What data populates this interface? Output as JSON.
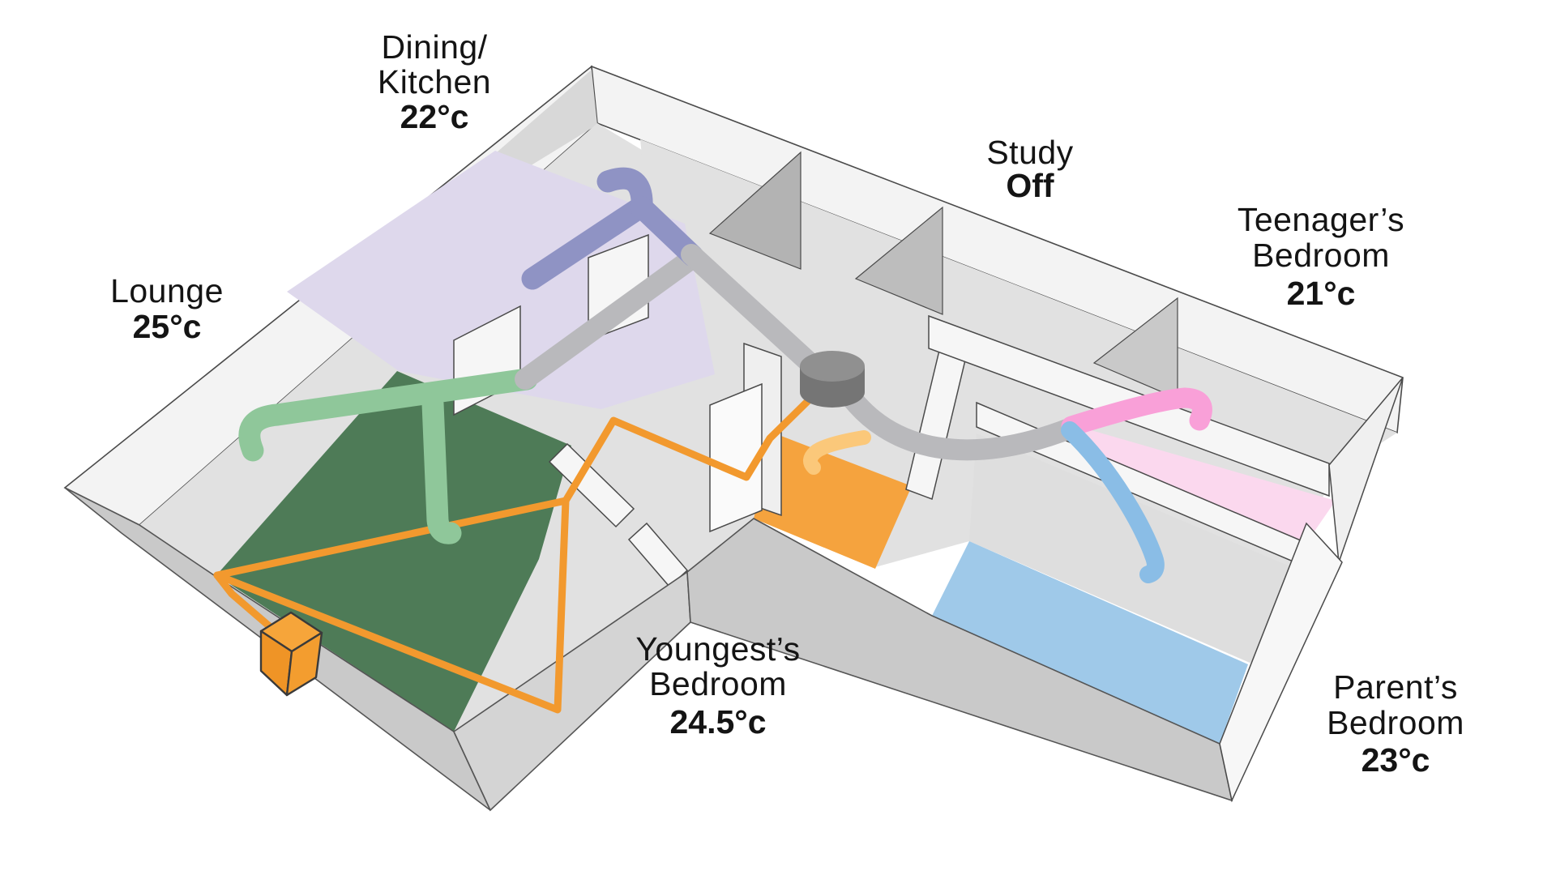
{
  "diagram": {
    "type": "home-heating-zoning-isometric",
    "rooms": [
      {
        "id": "dining-kitchen",
        "name_lines": [
          "Dining/",
          "Kitchen"
        ],
        "status": "22°c",
        "floor_color": "#ded8ec",
        "duct_color": "#8f93c4"
      },
      {
        "id": "lounge",
        "name_lines": [
          "Lounge"
        ],
        "status": "25°c",
        "floor_color": "#4e7b57",
        "duct_color": "#8fc79a"
      },
      {
        "id": "study",
        "name_lines": [
          "Study"
        ],
        "status": "Off",
        "floor_color": "#e1e1e1",
        "duct_color": ""
      },
      {
        "id": "teenagers-bedroom",
        "name_lines": [
          "Teenager’s",
          "Bedroom"
        ],
        "status": "21°c",
        "floor_color": "#fbd8ee",
        "duct_color": "#f9a0d8"
      },
      {
        "id": "youngests-bedroom",
        "name_lines": [
          "Youngest’s",
          "Bedroom"
        ],
        "status": "24.5°c",
        "floor_color": "#f5a33e",
        "duct_color": "#fbc87a"
      },
      {
        "id": "parents-bedroom",
        "name_lines": [
          "Parent’s",
          "Bedroom"
        ],
        "status": "23°c",
        "floor_color": "#9fc9e9",
        "duct_color": "#8abde6"
      }
    ],
    "equipment": {
      "hub_top_color": "#909090",
      "hub_side_color": "#757575",
      "trunk_duct_color": "#b9b9bc",
      "pipe_color": "#f2992e",
      "outdoor_unit_color": "#f6a53a"
    },
    "walls": {
      "outline_color": "#4a4a4a",
      "inner_face": "#f3f3f3",
      "outer_face": "#c9c9c9",
      "floor_base": "#e1e1e1"
    }
  }
}
